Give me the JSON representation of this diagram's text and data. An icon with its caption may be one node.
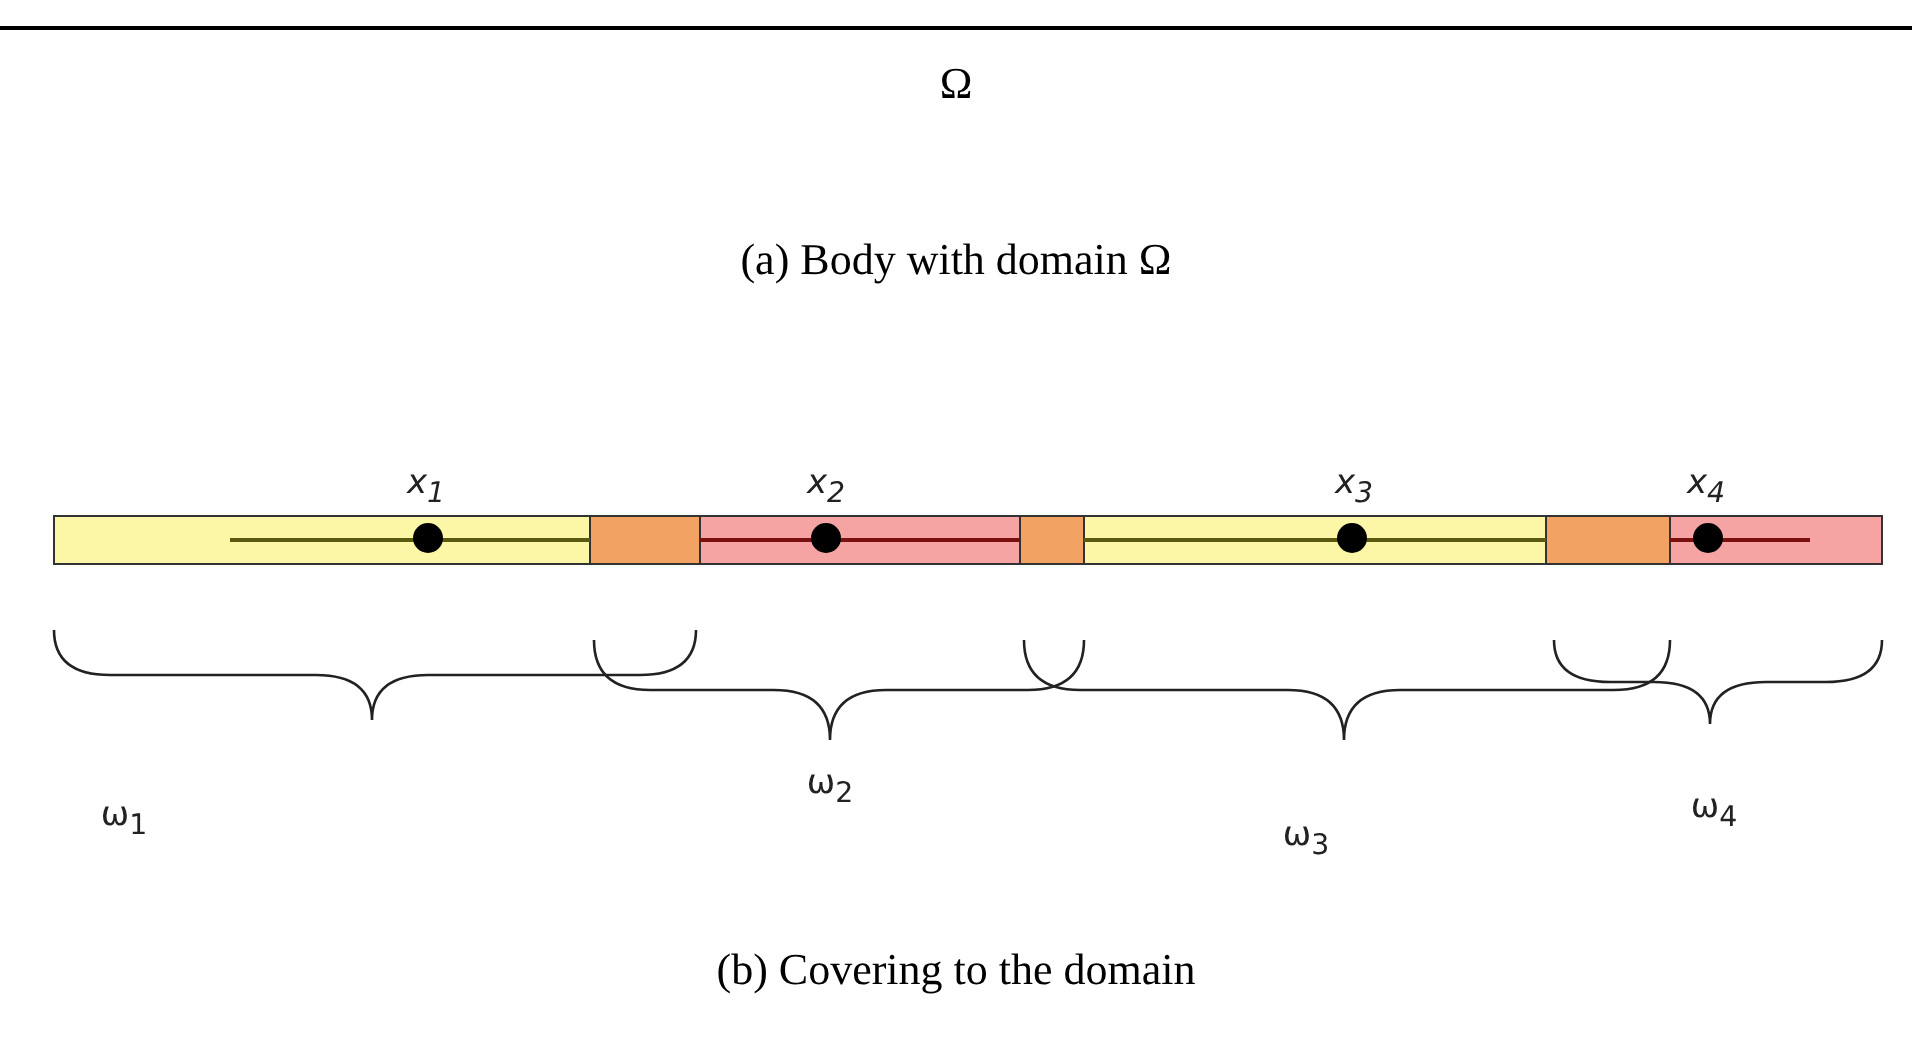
{
  "diagram": {
    "labels": [
      "Ω",
      "(a)  Body with domain Ω",
      "x$_{1}$",
      "x$_{2}$",
      "x$_{3}$",
      "x$_{4}$",
      "ω$_{1}$",
      "ω$_{2}$",
      "ω$_{3}$",
      "ω$_{4}$",
      "(b)  Covering to the domain"
    ]
  }
}
